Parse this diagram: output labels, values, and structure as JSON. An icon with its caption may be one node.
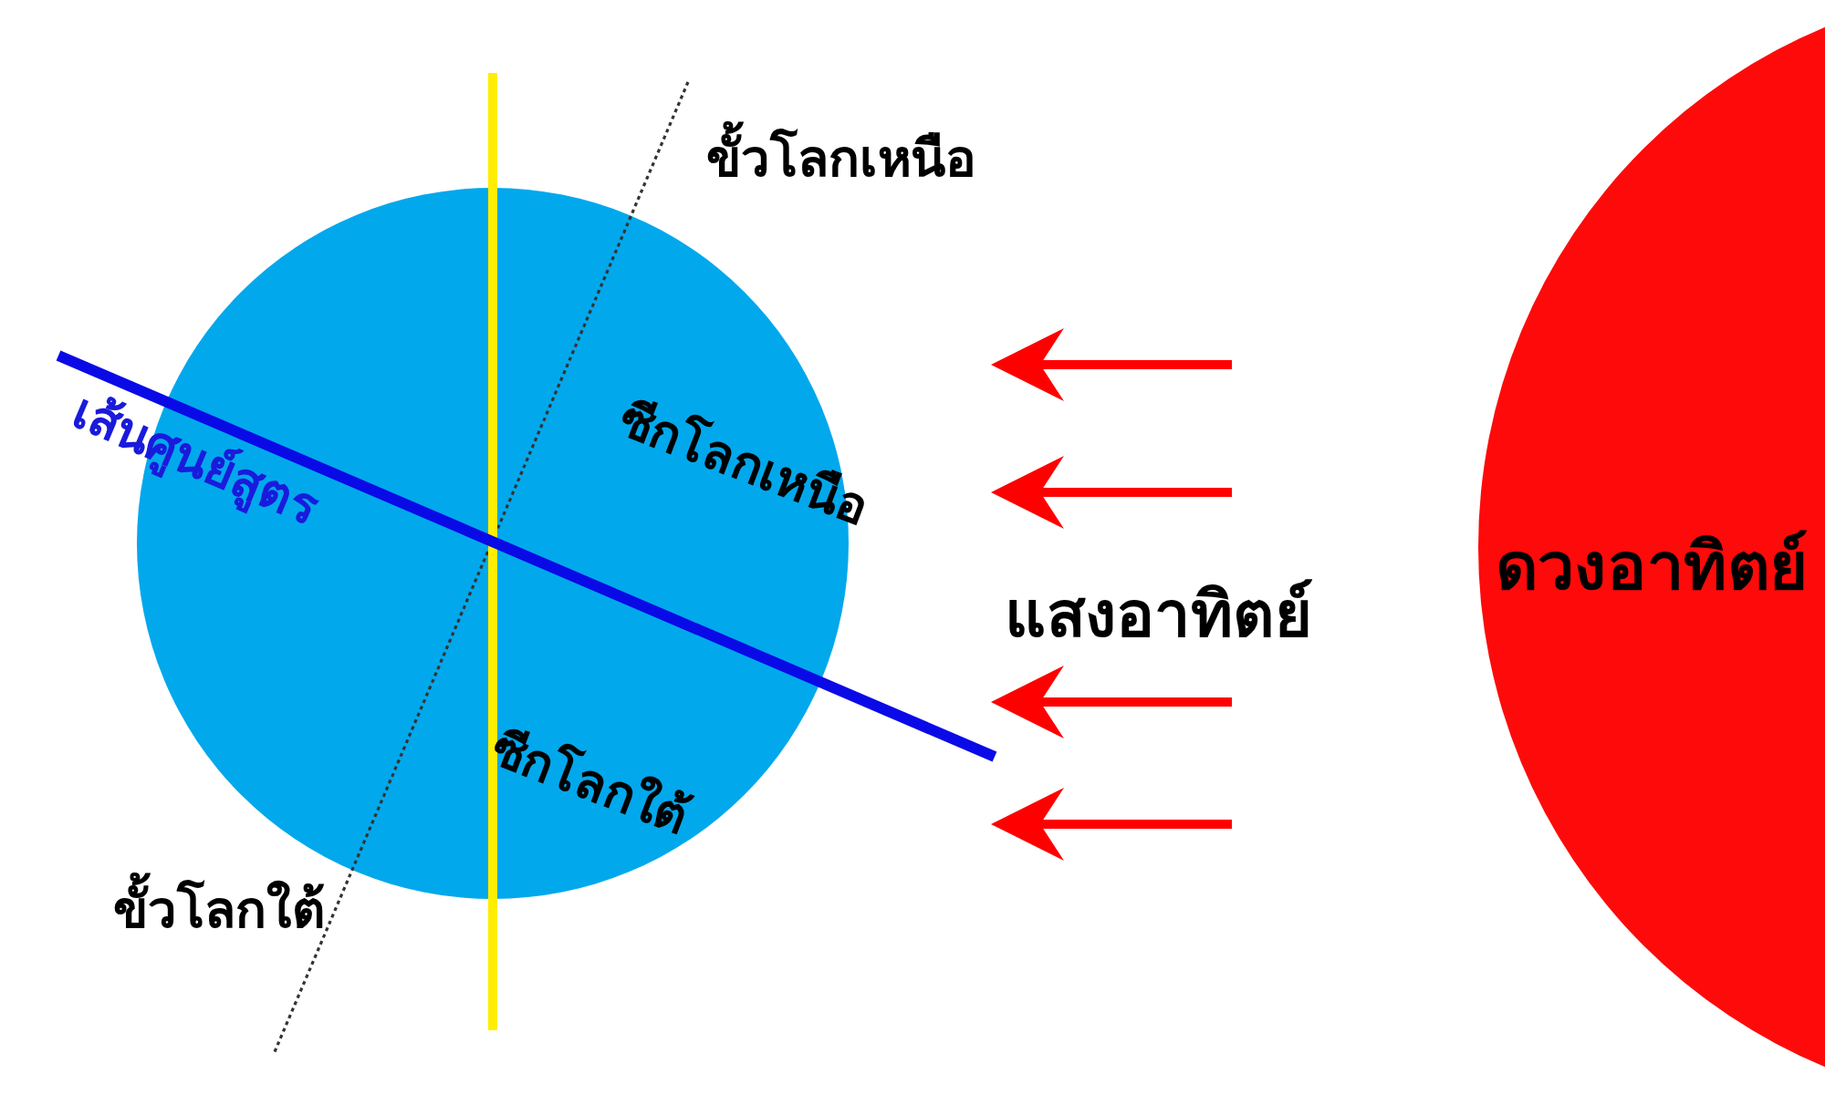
{
  "diagram": {
    "nodes": [
      {
        "text": [
          "เส้นศูนย์สูตร",
          "ซีกโลกเหนือ",
          "ซีกโลกใต้"
        ]
      },
      {
        "text": [
          "ดวงอาทิตย์"
        ]
      }
    ],
    "labels": [
      "ขั้วโลกเหนือ",
      "แสงอาทิตย์",
      "ขั้วโลกใต้"
    ]
  }
}
